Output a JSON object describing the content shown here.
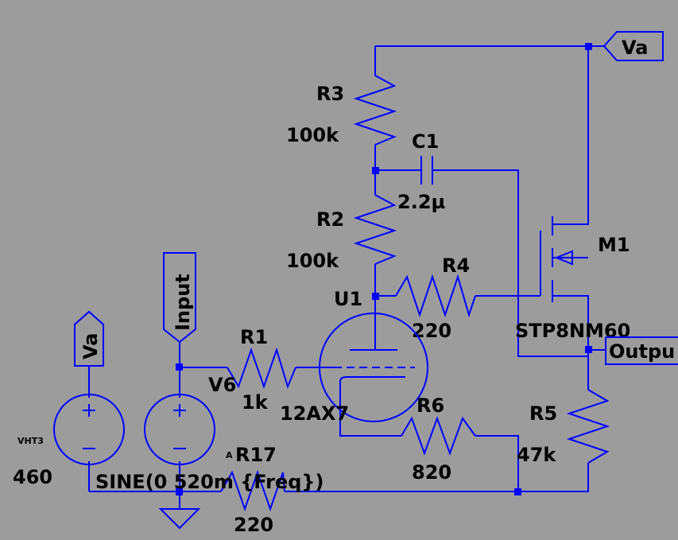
{
  "colors": {
    "background": "#9c9c9c",
    "wire": "#0000ff",
    "text": "#000000"
  },
  "labels": {
    "va_top": "Va",
    "va_left": "Va",
    "input": "Input",
    "output": "Outpu"
  },
  "components": {
    "r3": {
      "name": "R3",
      "value": "100k"
    },
    "r2": {
      "name": "R2",
      "value": "100k"
    },
    "c1": {
      "name": "C1",
      "value": "2.2µ"
    },
    "r4": {
      "name": "R4",
      "value": "220"
    },
    "m1": {
      "name": "M1",
      "value": "STP8NM60"
    },
    "u1": {
      "name": "U1",
      "value": "12AX7"
    },
    "r1": {
      "name": "R1",
      "value": "1k"
    },
    "v6": {
      "name": "V6",
      "value": "SINE(0 520m {Freq})"
    },
    "vht3": {
      "name": "VHT3",
      "value": "460"
    },
    "r6": {
      "name": "R6",
      "value": "820"
    },
    "r5": {
      "name": "R5",
      "value": "47k"
    },
    "r17": {
      "name": "R17",
      "value": "220"
    }
  },
  "fragments": {
    "ac_marker": "A"
  }
}
